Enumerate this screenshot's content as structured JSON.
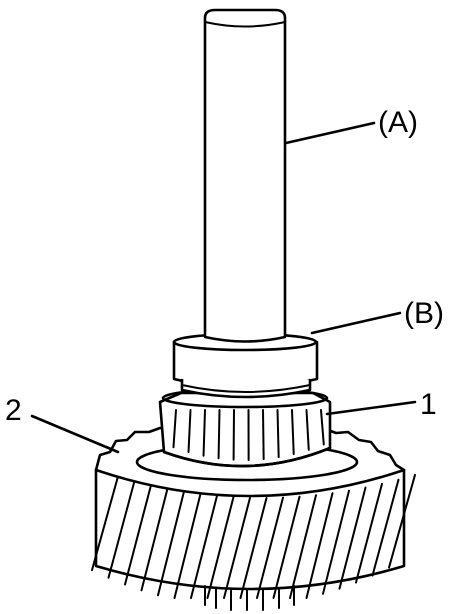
{
  "labels": {
    "tool_a": "(A)",
    "tool_b": "(B)",
    "part_1": "1",
    "part_2": "2"
  },
  "colors": {
    "line": "#000000",
    "background": "#ffffff"
  }
}
